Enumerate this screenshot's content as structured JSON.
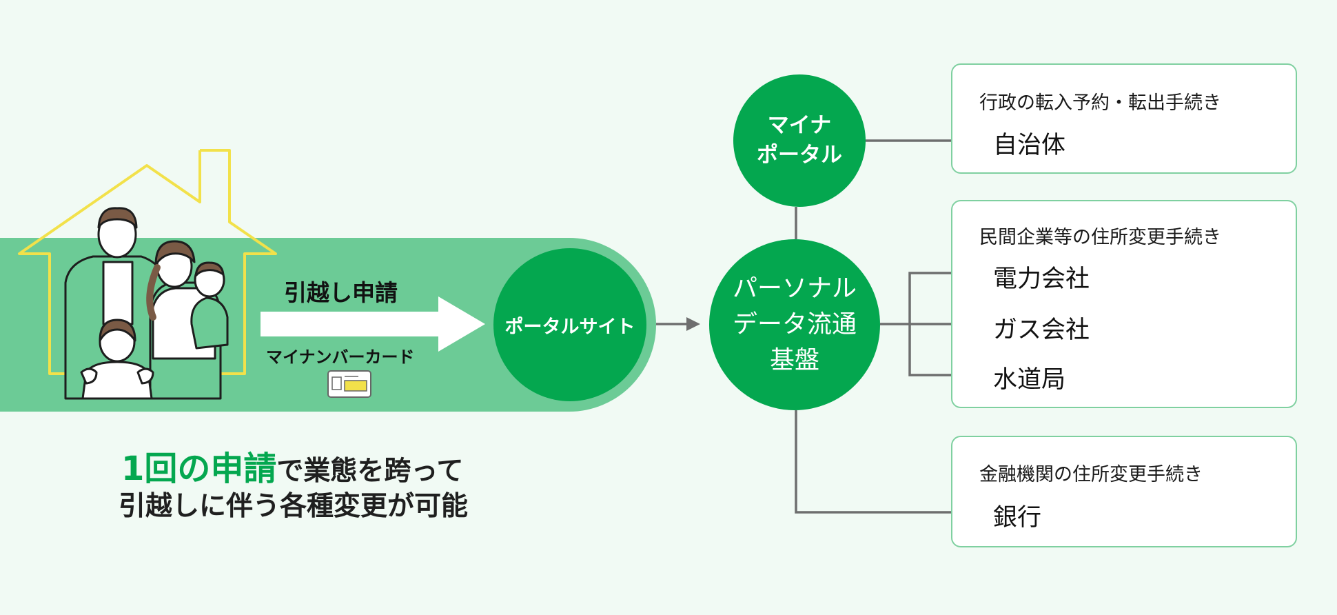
{
  "colors": {
    "background": "#f1faf4",
    "band": "#6ccb96",
    "primary_green": "#04a74f",
    "house_outline": "#f2e14a",
    "connector": "#6e6e6e",
    "box_border": "#7fd0a0"
  },
  "left": {
    "apply_label": "引越し申請",
    "card_label": "マイナンバーカード",
    "portal_site": "ポータルサイト"
  },
  "nodes": {
    "myna_portal": "マイナ\nポータル",
    "personal_data": "パーソナル\nデータ流通\n基盤"
  },
  "boxes": {
    "gov": {
      "title": "行政の転入予約・転出手続き",
      "items": [
        "自治体"
      ]
    },
    "private": {
      "title": "民間企業等の住所変更手続き",
      "items": [
        "電力会社",
        "ガス会社",
        "水道局"
      ]
    },
    "finance": {
      "title": "金融機関の住所変更手続き",
      "items": [
        "銀行"
      ]
    }
  },
  "tagline": {
    "highlight": "1回の申請",
    "line1_rest": "で業態を跨って",
    "line2": "引越しに伴う各種変更が可能"
  },
  "icons": [
    "house-icon",
    "family-illustration",
    "big-arrow-icon",
    "id-card-icon",
    "devices-icon",
    "arrow-icon"
  ]
}
